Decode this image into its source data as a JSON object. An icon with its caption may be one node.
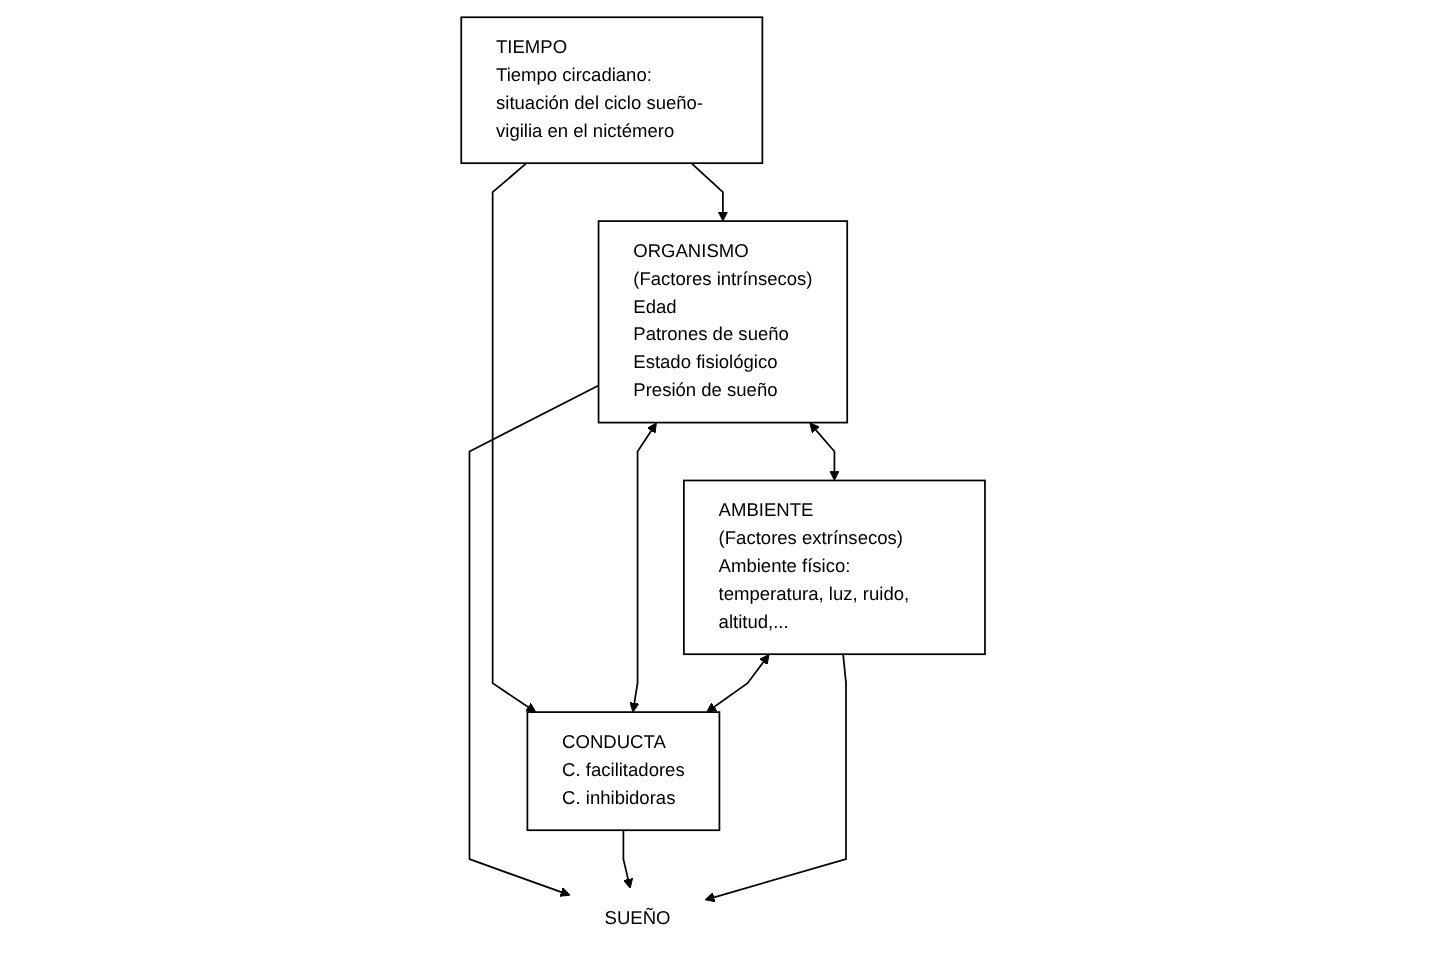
{
  "diagram": {
    "nodes": [
      {
        "text": [
          "TIEMPO",
          "Tiempo circadiano: situación del ciclo sueño-vigilia en el nictémero"
        ]
      },
      {
        "text": [
          "ORGANISMO",
          "(Factores intrínsecos)",
          "Edad",
          "Patrones de sueño",
          "Estado fisiológico",
          "Presión de sueño"
        ]
      },
      {
        "text": [
          "SUEÑO"
        ]
      },
      {
        "text": [
          "CONDUCTA",
          "C. facilitadores",
          "C. inhibidoras"
        ]
      },
      {
        "text": [
          "AMBIENTE",
          "(Factores extrínsecos)",
          "Ambiente físico: temperatura, luz, ruido, altitud,..."
        ]
      }
    ],
    "edges": [
      {
        "from": 0,
        "to": 1,
        "arrow": "to"
      },
      {
        "from": 0,
        "to": 3,
        "arrow": "to"
      },
      {
        "from": 1,
        "to": 3,
        "arrow": "both"
      },
      {
        "from": 1,
        "to": 2,
        "arrow": "to"
      },
      {
        "from": 3,
        "to": 2,
        "arrow": "to"
      },
      {
        "from": 4,
        "to": 2,
        "arrow": "to"
      },
      {
        "from": 1,
        "to": 4,
        "arrow": "both"
      },
      {
        "from": 4,
        "to": 3,
        "arrow": "both"
      }
    ]
  }
}
